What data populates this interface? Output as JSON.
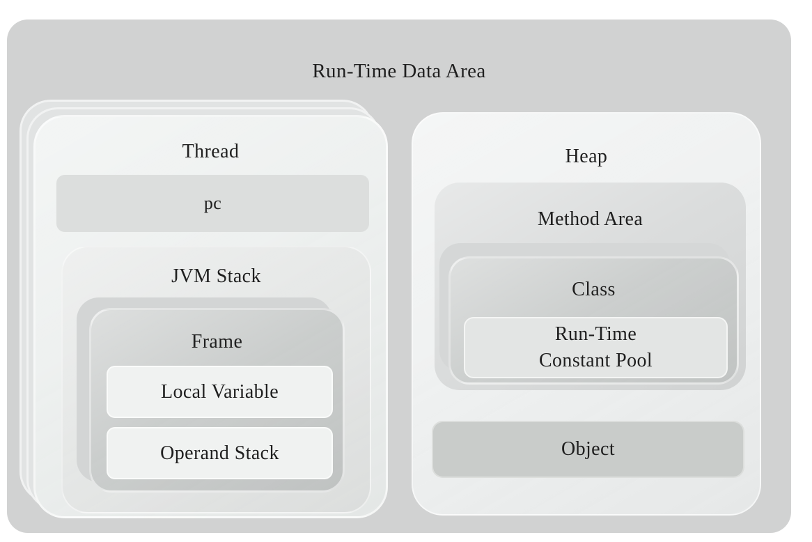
{
  "title": "Run-Time Data Area",
  "thread": {
    "label": "Thread",
    "pc_label": "pc",
    "jvm_stack": {
      "label": "JVM Stack",
      "frame": {
        "label": "Frame",
        "local_variable": "Local Variable",
        "operand_stack": "Operand Stack"
      }
    }
  },
  "heap": {
    "label": "Heap",
    "method_area": {
      "label": "Method Area",
      "class_area": {
        "label": "Class",
        "runtime_constant_pool": "Run-Time Constant Pool"
      }
    },
    "object_label": "Object"
  },
  "colors": {
    "page-bg": "#ffffff",
    "outer-bg": "#d1d2d2",
    "card-bg": "#ecefee",
    "ghost-bg": "#e1e3e3",
    "pc-bg": "#dcdedd",
    "jvm-bg": "#e4e6e5",
    "frame-bg": "#c7cac9",
    "frame-ghost-bg": "#d3d5d5",
    "slot-bg": "#f0f2f1",
    "heap-bg": "#eef0f0",
    "method-bg": "#d8dada",
    "class-bg": "#c8cbca",
    "class-ghost-bg": "#d5d7d7",
    "rtcp-bg": "#e3e5e4",
    "object-bg": "#c9ccca",
    "text": "#1f1f1f"
  }
}
